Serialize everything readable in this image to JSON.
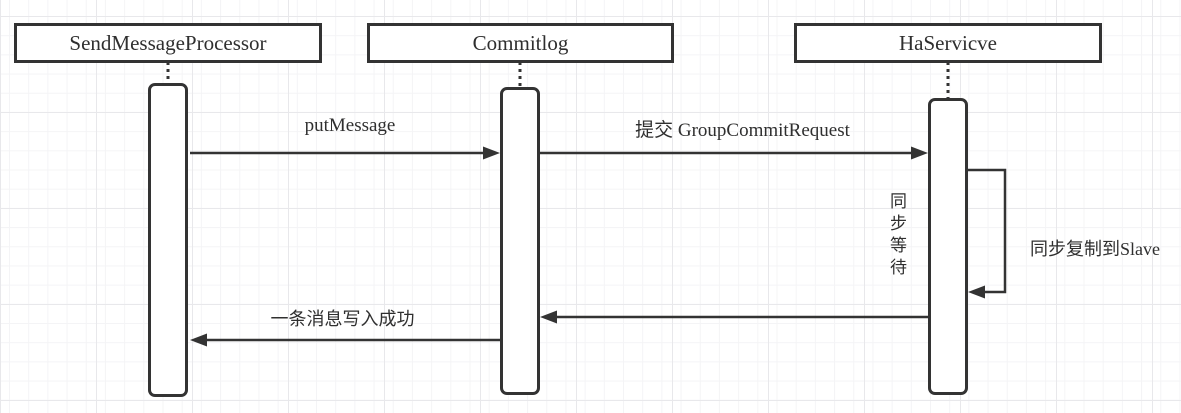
{
  "diagram": {
    "type": "uml-sequence",
    "participants": [
      {
        "label": "SendMessageProcessor"
      },
      {
        "label": "Commitlog"
      },
      {
        "label": "HaServicve"
      }
    ],
    "messages": {
      "put_message": "putMessage",
      "group_commit_request": "提交 GroupCommitRequest",
      "sync_replicate_to_slave": "同步复制到Slave",
      "sync_wait": "同步等待",
      "write_success": "一条消息写入成功"
    },
    "colors": {
      "line": "#333333",
      "shape_fill": "#ffffff",
      "background": "#ffffff",
      "grid_minor": "#f4f4f6",
      "grid_major": "#e8e8eb"
    }
  }
}
